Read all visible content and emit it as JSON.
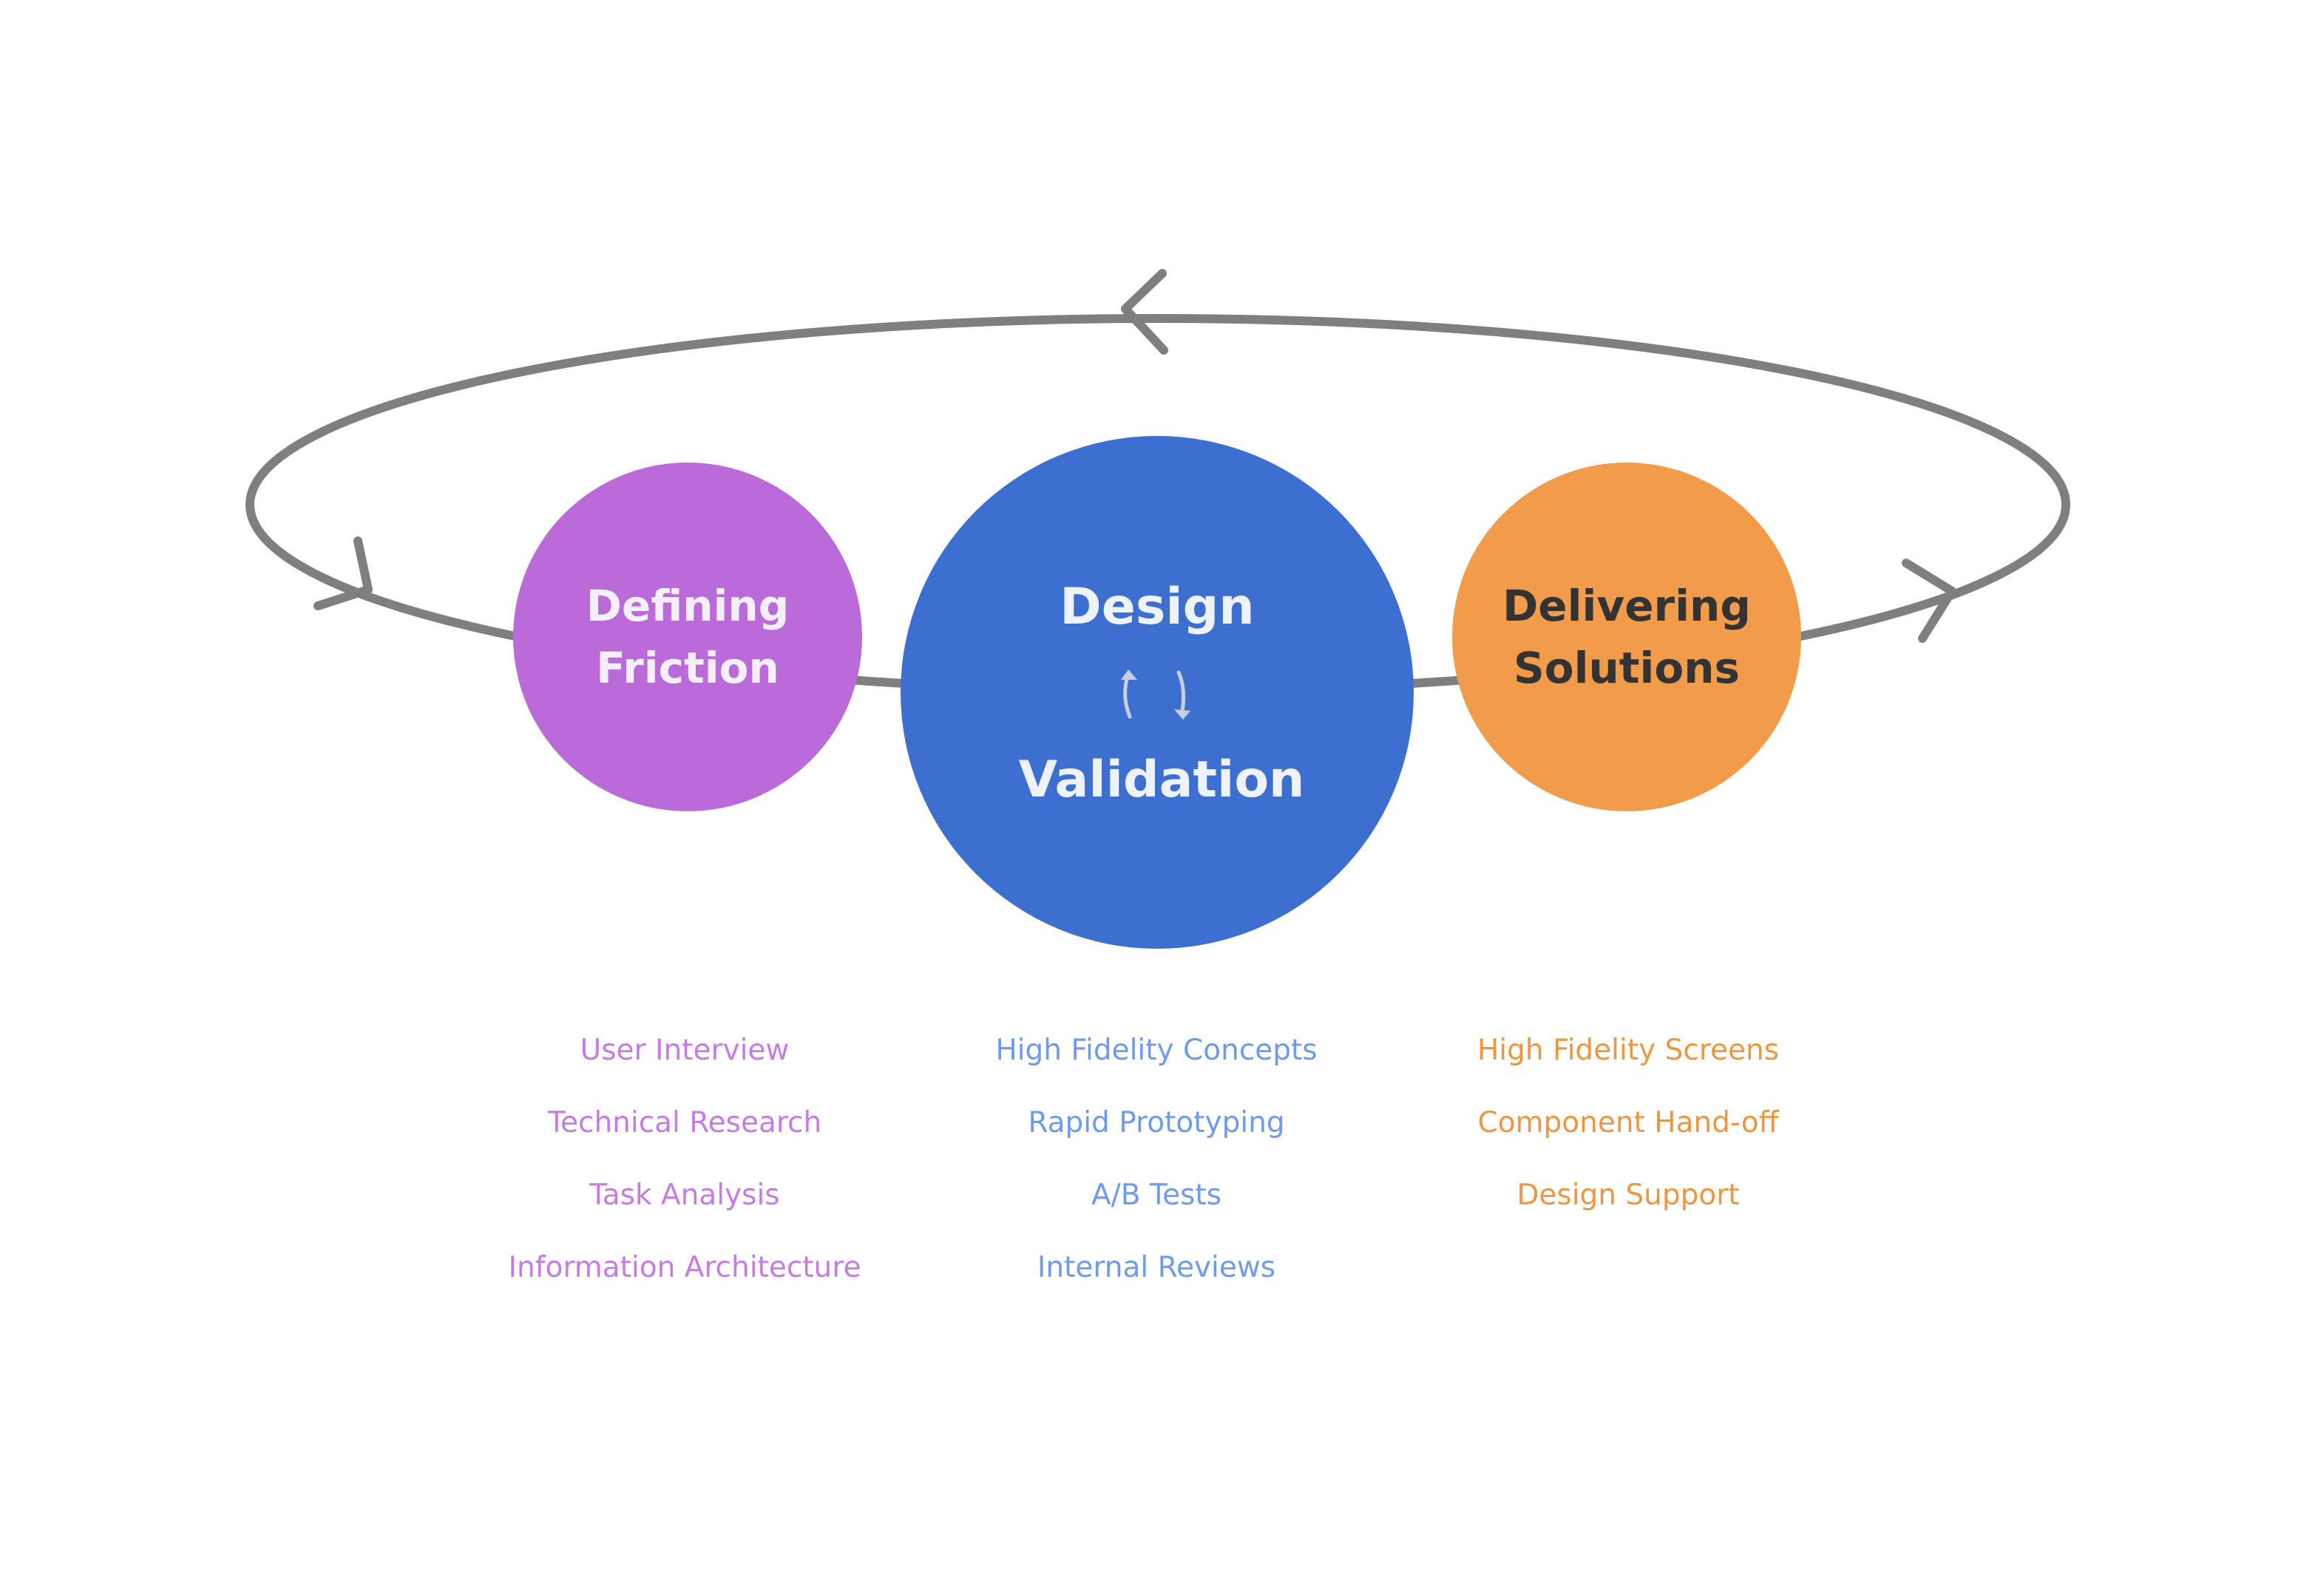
{
  "colors": {
    "loop": "#7f7f7f",
    "define_fill": "#bb6bd9",
    "define_text": "#f4f0fb",
    "define_list": "#c87be6",
    "design_fill": "#3d6fd0",
    "design_text": "#eef2fb",
    "design_list": "#6f9bef",
    "deliver_fill": "#f29c4b",
    "deliver_text": "#333333",
    "deliver_list": "#ee9740",
    "cycle_arrows": "#c9cfdf"
  },
  "stages": {
    "define": {
      "title_line1": "Defining",
      "title_line2": "Friction",
      "items": [
        "User Interview",
        "Technical Research",
        "Task Analysis",
        "Information Architecture"
      ]
    },
    "design": {
      "title_top": "Design",
      "title_bottom": "Validation",
      "items": [
        "High Fidelity Concepts",
        "Rapid Prototyping",
        "A/B Tests",
        "Internal Reviews"
      ]
    },
    "deliver": {
      "title_line1": "Delivering",
      "title_line2": "Solutions",
      "items": [
        "High Fidelity Screens",
        "Component Hand-off",
        "Design Support"
      ]
    }
  }
}
